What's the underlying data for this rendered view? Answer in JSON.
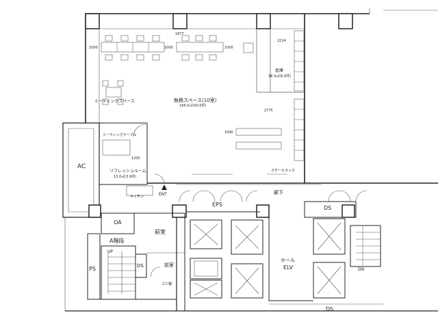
{
  "rooms": {
    "office": "執務スペース(10室)",
    "office_area": "166.0㎡(50.0坪)",
    "meeting": "ミーティングスペース",
    "storage": "倉庫",
    "storage_area": "38.3㎡(8.0坪)",
    "refresh": "リフレッシュルーム",
    "refresh_area": "13.0㎡(3.9坪)",
    "ac": "AC",
    "oa": "OA",
    "stair_a": "A階段",
    "anteroom": "前室",
    "anteroom2": "前室",
    "ps": "PS",
    "ds_left": "DS",
    "eps": "EPS",
    "corridor": "廊下",
    "ds_top": "DS",
    "hall": "ホール",
    "elv": "ELV",
    "ds_bottom": "DS",
    "ent": "ENT",
    "up": "UP",
    "dn": "DN"
  },
  "dimensions": {
    "d1000a": "1000",
    "d1000b": "1000",
    "d1000c": "1000",
    "d1200": "1200",
    "d2214": "2214",
    "d2775": "2775",
    "d1090": "1090",
    "d1877": "1877"
  },
  "annotations": {
    "steel_rack": "スチールラック",
    "meeting_table": "ミーティングテーブル",
    "kitchen": "キッチン",
    "trash": "ゴミ箱"
  },
  "colors": {
    "line": "#222222",
    "thin": "#555555",
    "background": "#ffffff"
  }
}
